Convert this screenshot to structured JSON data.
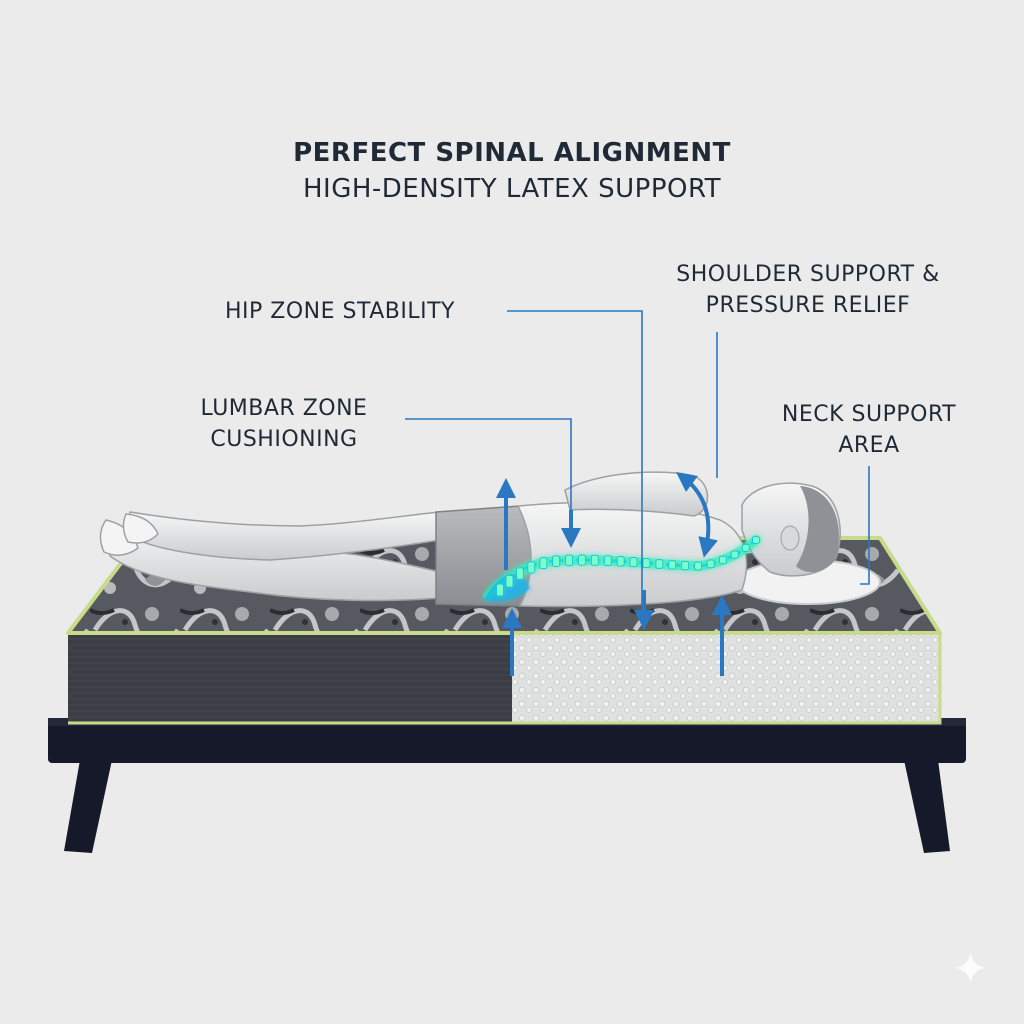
{
  "title": "PERFECT SPINAL ALIGNMENT",
  "subtitle": "HIGH-DENSITY LATEX SUPPORT",
  "callouts": {
    "shoulder": [
      "SHOULDER SUPPORT &",
      "PRESSURE RELIEF"
    ],
    "hip": "HIP ZONE STABILITY",
    "lumbar": [
      "LUMBAR ZONE",
      "CUSHIONING"
    ],
    "neck": [
      "NECK SUPPORT",
      "AREA"
    ]
  },
  "colors": {
    "background": "#ebebec",
    "text": "#1f2a36",
    "arrow_blue": "#2a78c2",
    "spine_glow": "#2bf0b0",
    "trim_green": "#c7dc8a",
    "frame": "#15192a"
  },
  "icons": {
    "corner": "sparkle-icon"
  }
}
